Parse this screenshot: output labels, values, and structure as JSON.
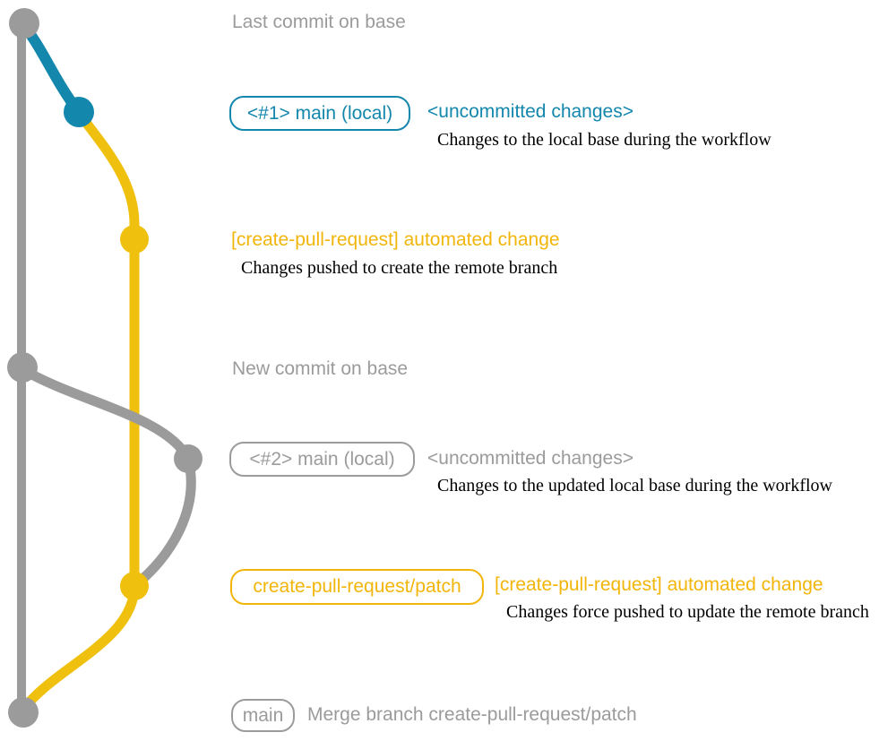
{
  "colors": {
    "gray": "#9b9b9b",
    "blue": "#1487ad",
    "yellow": "#efc00e",
    "yellow_text": "#f2b50a",
    "caption": "#000000"
  },
  "annotations": {
    "last_commit_note": "Last commit on base",
    "new_commit_note": "New commit on base",
    "row_uncommitted_1": {
      "branch": "<#1> main (local)",
      "message": "<uncommitted changes>",
      "caption": "Changes to the local base during the workflow"
    },
    "row_automated_1": {
      "message": "[create-pull-request] automated change",
      "caption": "Changes pushed to create the remote branch"
    },
    "row_uncommitted_2": {
      "branch": "<#2> main (local)",
      "message": "<uncommitted changes>",
      "caption": "Changes to the updated local base during the workflow"
    },
    "row_automated_2": {
      "branch": "create-pull-request/patch",
      "message": "[create-pull-request] automated change",
      "caption": "Changes force pushed to update the remote branch"
    },
    "row_merge": {
      "branch": "main",
      "message": "Merge branch create-pull-request/patch"
    }
  }
}
